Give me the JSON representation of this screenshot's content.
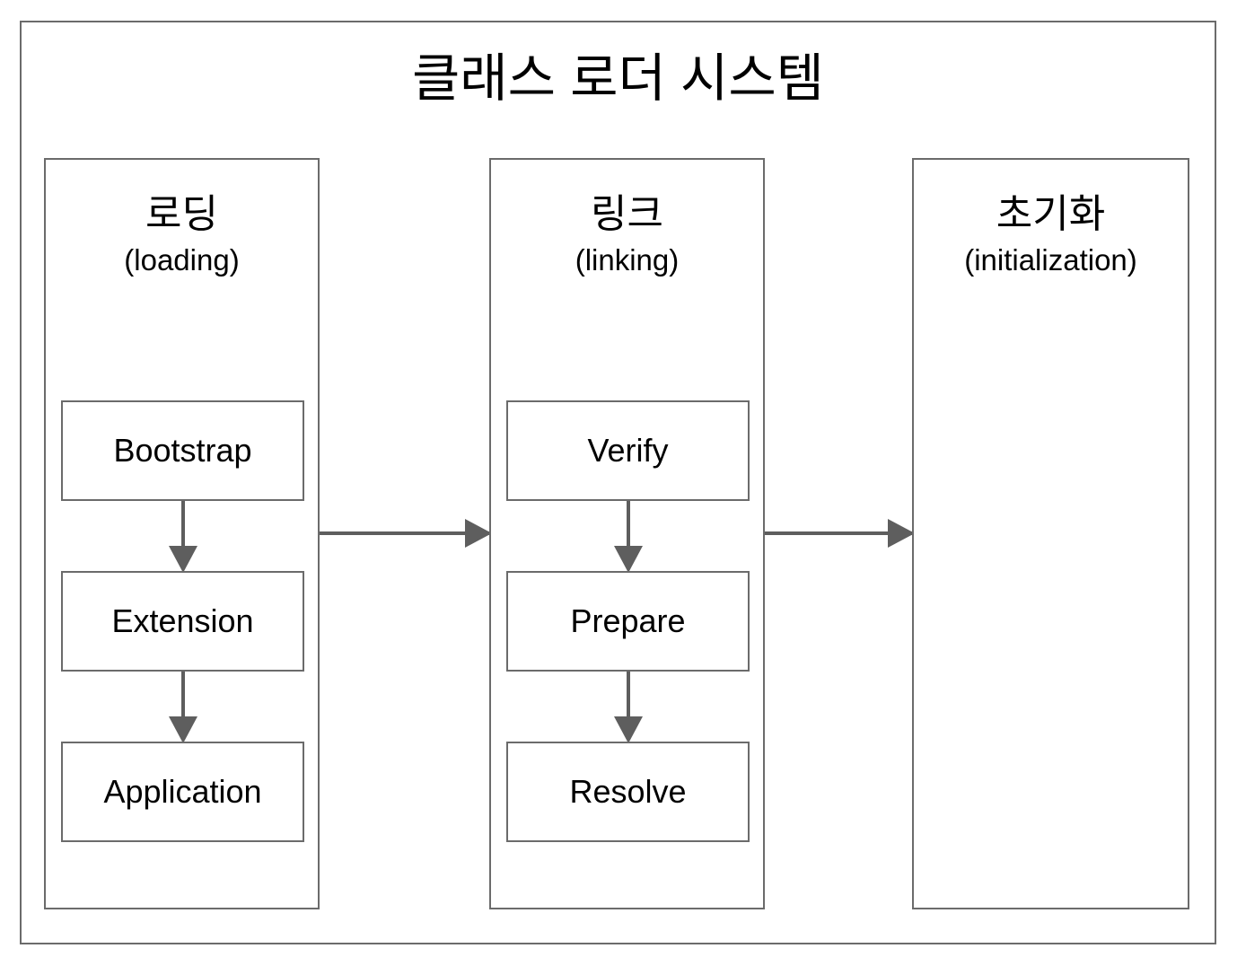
{
  "diagram": {
    "title": "클래스 로더 시스템",
    "outer_border_color": "#6b6b6b",
    "box_border_color": "#6b6b6b",
    "arrow_color": "#5e5e5e",
    "background_color": "#ffffff",
    "text_color": "#000000",
    "phases": [
      {
        "title_ko": "로딩",
        "title_en": "(loading)",
        "steps": [
          {
            "label": "Bootstrap"
          },
          {
            "label": "Extension"
          },
          {
            "label": "Application"
          }
        ],
        "step_arrows": [
          "down-arrow-icon",
          "down-arrow-icon"
        ]
      },
      {
        "title_ko": "링크",
        "title_en": "(linking)",
        "steps": [
          {
            "label": "Verify"
          },
          {
            "label": "Prepare"
          },
          {
            "label": "Resolve"
          }
        ],
        "step_arrows": [
          "down-arrow-icon",
          "down-arrow-icon"
        ]
      },
      {
        "title_ko": "초기화",
        "title_en": "(initialization)",
        "steps": [],
        "step_arrows": []
      }
    ],
    "phase_connectors": [
      {
        "icon": "right-arrow-icon",
        "from": "로딩",
        "to": "링크"
      },
      {
        "icon": "right-arrow-icon",
        "from": "링크",
        "to": "초기화"
      }
    ]
  }
}
